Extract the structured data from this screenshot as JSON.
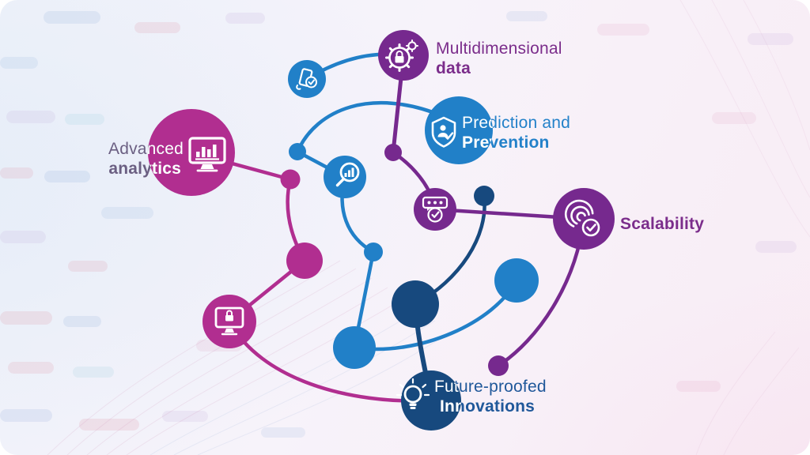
{
  "diagram": {
    "type": "network-infographic",
    "palette": {
      "purple": "#76298e",
      "magenta": "#b12e90",
      "blue": "#2180c8",
      "navy": "#1a4f8c",
      "label_gray_purple": "#6b5f82",
      "card_background": "#f6f1f8"
    },
    "labels": {
      "analytics_line1": "Advanced",
      "analytics_line2": "analytics",
      "multidim_line1": "Multidimensional",
      "multidim_line2": "data",
      "prediction_line1": "Prediction and",
      "prediction_line2": "Prevention",
      "scalability": "Scalability",
      "innovations_line1": "Future-proofed",
      "innovations_line2": "Innovations"
    },
    "nodes": [
      {
        "id": "advanced-analytics",
        "icon": "monitor-chart-icon",
        "color": "#b12e90"
      },
      {
        "id": "multidimensional-data",
        "icon": "gear-lock-icon",
        "color": "#76298e"
      },
      {
        "id": "prediction-prevention",
        "icon": "shield-user-check-icon",
        "color": "#2180c8"
      },
      {
        "id": "scalability",
        "icon": "fingerprint-check-icon",
        "color": "#76298e"
      },
      {
        "id": "future-proofed-innovations",
        "icon": "lightbulb-icon",
        "color": "#1a4f8c"
      },
      {
        "id": "mobile-verification",
        "icon": "phone-check-icon",
        "color": "#2180c8"
      },
      {
        "id": "search-insights",
        "icon": "magnifier-chart-icon",
        "color": "#2180c8"
      },
      {
        "id": "password-security",
        "icon": "password-check-icon",
        "color": "#76298e"
      },
      {
        "id": "secure-display",
        "icon": "monitor-lock-icon",
        "color": "#b12e90"
      }
    ],
    "connections": [
      {
        "from": "mobile-verification",
        "to": "multidimensional-data",
        "color": "blue"
      },
      {
        "from": "multidimensional-data",
        "to": "purple-dot-top",
        "color": "purple"
      },
      {
        "from": "purple-dot-top",
        "to": "password-security",
        "color": "purple"
      },
      {
        "from": "blue-dot-topleft",
        "to": "prediction-prevention",
        "color": "blue"
      },
      {
        "from": "blue-dot-topleft",
        "to": "search-insights",
        "color": "blue"
      },
      {
        "from": "search-insights",
        "to": "blue-dot-mid",
        "color": "blue"
      },
      {
        "from": "blue-dot-mid",
        "to": "blue-circle-bottom",
        "color": "blue"
      },
      {
        "from": "blue-circle-bottom",
        "to": "blue-circle-right",
        "color": "blue"
      },
      {
        "from": "navy-dot",
        "to": "navy-circle",
        "color": "navy"
      },
      {
        "from": "navy-circle",
        "to": "future-proofed-innovations",
        "color": "navy"
      },
      {
        "from": "password-security",
        "to": "scalability",
        "color": "purple"
      },
      {
        "from": "scalability",
        "to": "purple-dot-bottom",
        "color": "purple"
      },
      {
        "from": "advanced-analytics",
        "to": "magenta-dot",
        "color": "magenta"
      },
      {
        "from": "magenta-dot",
        "to": "magenta-circle",
        "color": "magenta"
      },
      {
        "from": "magenta-circle",
        "to": "secure-display",
        "color": "magenta"
      },
      {
        "from": "secure-display",
        "to": "future-proofed-innovations",
        "color": "magenta"
      }
    ]
  }
}
